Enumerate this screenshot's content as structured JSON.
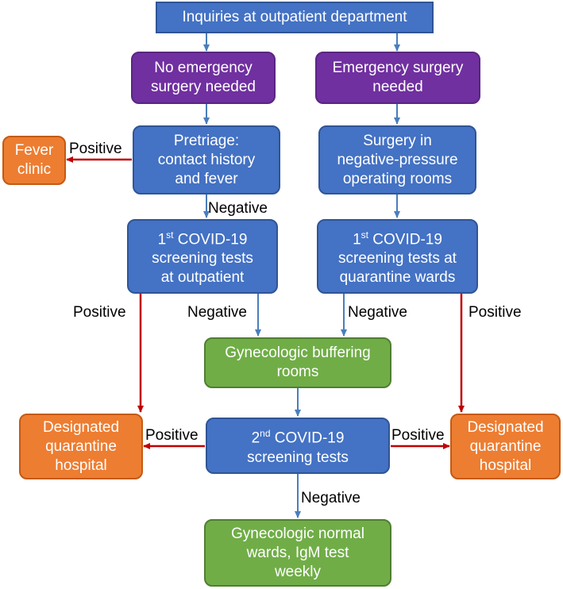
{
  "flowchart": {
    "nodes": {
      "inquiries": {
        "text": "Inquiries at outpatient department"
      },
      "no_emergency": {
        "line1": "No emergency",
        "line2": "surgery needed"
      },
      "emergency": {
        "line1": "Emergency surgery",
        "line2": "needed"
      },
      "fever_clinic": {
        "line1": "Fever",
        "line2": "clinic"
      },
      "pretriage": {
        "line1": "Pretriage:",
        "line2": "contact history",
        "line3": "and fever"
      },
      "surgery_negative_pressure": {
        "line1": "Surgery in",
        "line2": "negative-pressure",
        "line3": "operating rooms"
      },
      "first_screening_outpatient": {
        "ordinal": "1",
        "sup": "st",
        "title_rest": " COVID-19",
        "line2": "screening tests",
        "line3": "at outpatient"
      },
      "first_screening_quarantine": {
        "ordinal": "1",
        "sup": "st",
        "title_rest": " COVID-19",
        "line2": "screening tests at",
        "line3": "quarantine wards"
      },
      "buffering_rooms": {
        "line1": "Gynecologic buffering",
        "line2": "rooms"
      },
      "quarantine_hospital_left": {
        "line1": "Designated",
        "line2": "quarantine",
        "line3": "hospital"
      },
      "second_screening": {
        "ordinal": "2",
        "sup": "nd",
        "title_rest": " COVID-19",
        "line2": "screening tests"
      },
      "quarantine_hospital_right": {
        "line1": "Designated",
        "line2": "quarantine",
        "line3": "hospital"
      },
      "normal_wards": {
        "line1": "Gynecologic normal",
        "line2": "wards, IgM test",
        "line3": "weekly"
      }
    },
    "edge_labels": {
      "pretriage_to_fever": "Positive",
      "pretriage_to_screening": "Negative",
      "left_outpatient_positive": "Positive",
      "outpatient_negative": "Negative",
      "quarantine_negative": "Negative",
      "right_quarantine_positive": "Positive",
      "second_left_positive": "Positive",
      "second_right_positive": "Positive",
      "second_negative": "Negative"
    },
    "colors": {
      "blue": "#4472c4",
      "purple": "#7030a0",
      "green": "#70ad47",
      "orange": "#ed7d31",
      "blue_arrow": "#4a7ebb",
      "red_arrow": "#c00000"
    }
  }
}
